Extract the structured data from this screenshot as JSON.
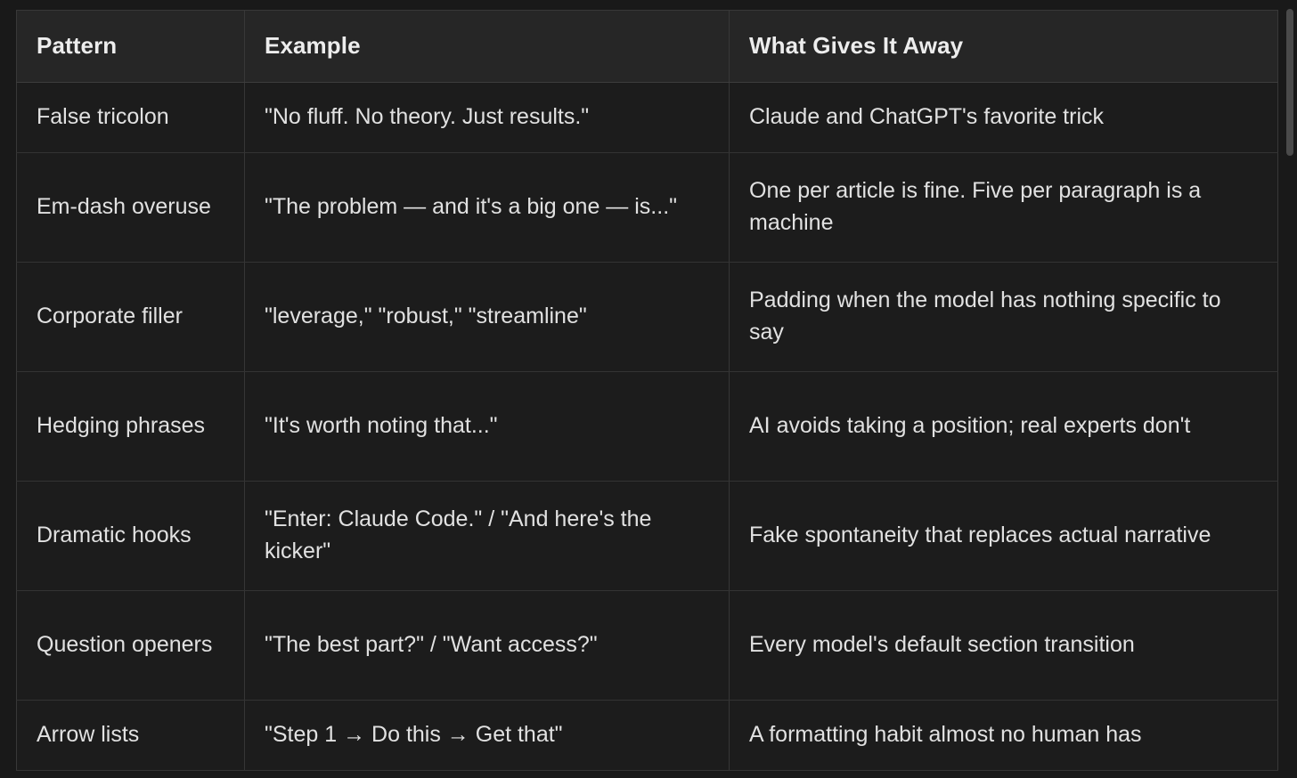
{
  "table": {
    "name": "ai-writing-tells-table",
    "columns": [
      "Pattern",
      "Example",
      "What Gives It Away"
    ],
    "rows": [
      {
        "pattern": "False tricolon",
        "example": "\"No fluff. No theory. Just results.\"",
        "tell": "Claude and ChatGPT's favorite trick"
      },
      {
        "pattern": "Em-dash overuse",
        "example": "\"The problem — and it's a big one — is...\"",
        "tell": "One per article is fine. Five per paragraph is a machine"
      },
      {
        "pattern": "Corporate filler",
        "example": "\"leverage,\" \"robust,\" \"streamline\"",
        "tell": "Padding when the model has nothing specific to say"
      },
      {
        "pattern": "Hedging phrases",
        "example": "\"It's worth noting that...\"",
        "tell": "AI avoids taking a position; real experts don't"
      },
      {
        "pattern": "Dramatic hooks",
        "example": "\"Enter: Claude Code.\" / \"And here's the kicker\"",
        "tell": "Fake spontaneity that replaces actual narrative"
      },
      {
        "pattern": "Question openers",
        "example": "\"The best part?\" / \"Want access?\"",
        "tell": "Every model's default section transition"
      },
      {
        "pattern": "Arrow lists",
        "example": "\"Step 1 → Do this → Get that\"",
        "tell": "A formatting habit almost no human has"
      }
    ]
  },
  "colors": {
    "page_background": "#191919",
    "header_background": "#262626",
    "row_background": "#1c1c1c",
    "border": "#383838",
    "text": "#e1e1e1",
    "header_text": "#ededed",
    "scrollbar_thumb": "#4a4a4a"
  }
}
